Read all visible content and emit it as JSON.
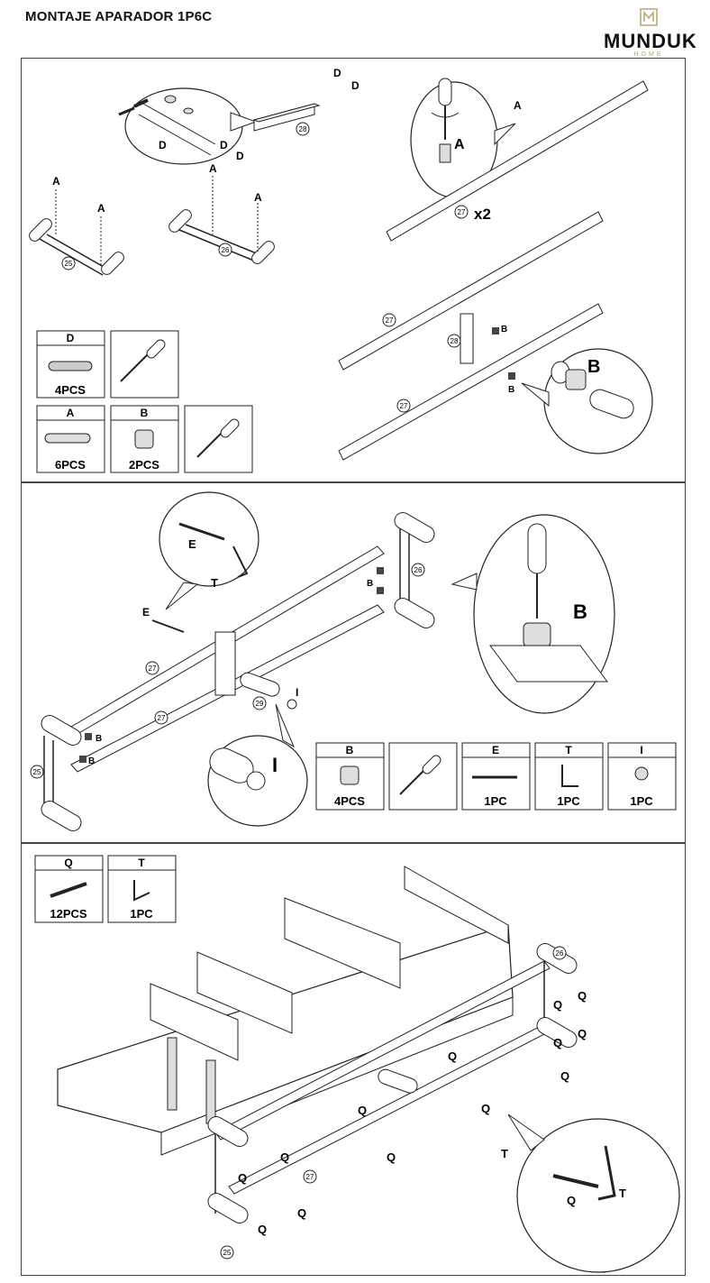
{
  "header": {
    "title": "MONTAJE APARADOR 1P6C",
    "brand": "MUNDUK",
    "brand_sub": "HOME"
  },
  "panel1": {
    "labels": {
      "d": "D",
      "a": "A",
      "b": "B",
      "p25": "25",
      "p26": "26",
      "p27": "27",
      "p28": "28",
      "x2": "x2"
    },
    "parts": [
      {
        "letter": "D",
        "qty": "4PCS"
      },
      {
        "letter": "A",
        "qty": "6PCS"
      },
      {
        "letter": "B",
        "qty": "2PCS"
      }
    ]
  },
  "panel2": {
    "labels": {
      "e": "E",
      "t": "T",
      "b": "B",
      "i": "I",
      "p25": "25",
      "p26": "26",
      "p27": "27",
      "p29": "29"
    },
    "parts": [
      {
        "letter": "B",
        "qty": "4PCS"
      },
      {
        "letter": "E",
        "qty": "1PC"
      },
      {
        "letter": "T",
        "qty": "1PC"
      },
      {
        "letter": "I",
        "qty": "1PC"
      }
    ]
  },
  "panel3": {
    "labels": {
      "q": "Q",
      "t": "T",
      "p25": "25",
      "p26": "26",
      "p27": "27"
    },
    "parts": [
      {
        "letter": "Q",
        "qty": "12PCS"
      },
      {
        "letter": "T",
        "qty": "1PC"
      }
    ]
  }
}
